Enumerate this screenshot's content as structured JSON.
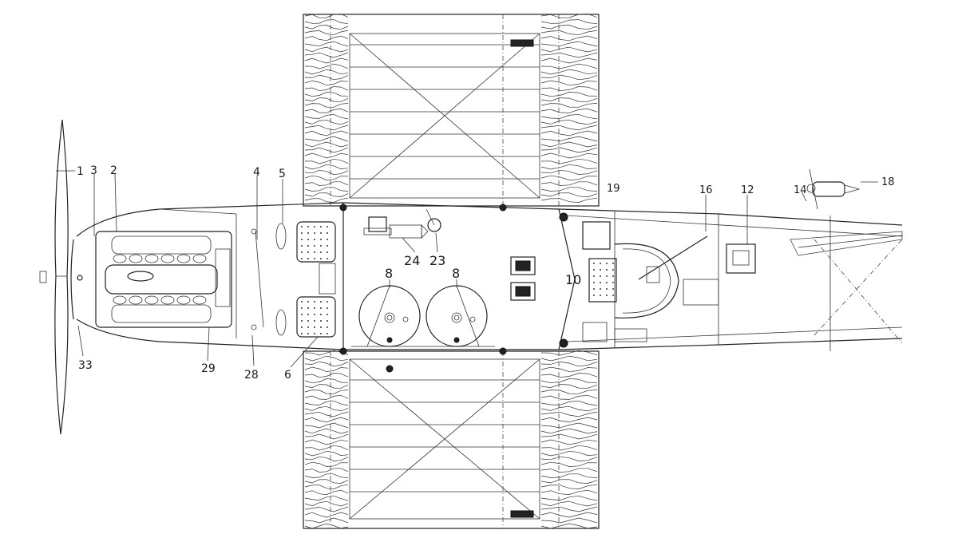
{
  "callouts": [
    {
      "id": "c1",
      "text": "1"
    },
    {
      "id": "c3",
      "text": "3"
    },
    {
      "id": "c2",
      "text": "2"
    },
    {
      "id": "c4",
      "text": "4"
    },
    {
      "id": "c5",
      "text": "5"
    },
    {
      "id": "c6",
      "text": "6"
    },
    {
      "id": "c8a",
      "text": "8"
    },
    {
      "id": "c8b",
      "text": "8"
    },
    {
      "id": "c10",
      "text": "10"
    },
    {
      "id": "c12",
      "text": "12"
    },
    {
      "id": "c14",
      "text": "14"
    },
    {
      "id": "c16",
      "text": "16"
    },
    {
      "id": "c18",
      "text": "18"
    },
    {
      "id": "c19",
      "text": "19"
    },
    {
      "id": "c23",
      "text": "23"
    },
    {
      "id": "c24",
      "text": "24"
    },
    {
      "id": "c28",
      "text": "28"
    },
    {
      "id": "c29",
      "text": "29"
    },
    {
      "id": "c33",
      "text": "33"
    }
  ]
}
